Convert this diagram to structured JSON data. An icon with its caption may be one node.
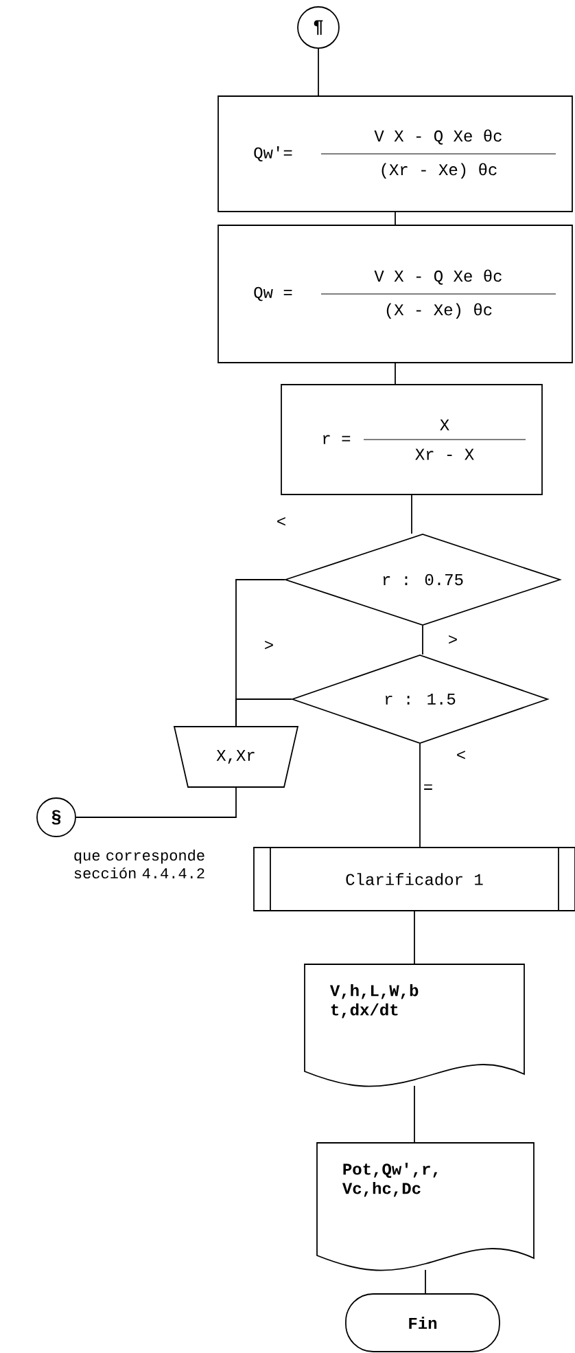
{
  "diagram": {
    "nodes": [
      {
        "text": [
          "¶"
        ]
      },
      {
        "text": [
          "Qw'=",
          "V X - Q Xe θc",
          "(Xr - Xe) θc"
        ]
      },
      {
        "text": [
          "Qw =",
          "V X - Q Xe θc",
          "(X - Xe) θc"
        ]
      },
      {
        "text": [
          "r =",
          "X",
          "Xr - X"
        ]
      },
      {
        "text": [
          "r : 0.75"
        ]
      },
      {
        "text": [
          "r : 1.5"
        ]
      },
      {
        "text": [
          "X,Xr"
        ]
      },
      {
        "text": [
          "§"
        ],
        "beside": [
          "que corresponde sección 4.4.4.2"
        ]
      },
      {
        "text": [
          "Clarificador 1"
        ]
      },
      {
        "text": [
          "V,h,L,W,b t,dx/dt"
        ]
      },
      {
        "text": [
          "Pot,Qw',r, Vc,hc,Dc"
        ]
      },
      {
        "text": [
          "Fin"
        ]
      }
    ],
    "edges": [
      {
        "from": 0,
        "to": 1,
        "arrow": "none"
      },
      {
        "from": 1,
        "to": 2,
        "arrow": "none"
      },
      {
        "from": 2,
        "to": 3,
        "arrow": "none"
      },
      {
        "from": 3,
        "to": 4,
        "arrow": "none"
      },
      {
        "from": 4,
        "to": 5,
        "arrow": "none",
        "label": ">"
      },
      {
        "from": 4,
        "to": 6,
        "arrow": "none",
        "label": "<"
      },
      {
        "from": 5,
        "to": 6,
        "arrow": "none",
        "label": ">"
      },
      {
        "from": 5,
        "to": 8,
        "arrow": "none",
        "label": "<"
      },
      {
        "from": 6,
        "to": 7,
        "arrow": "none"
      },
      {
        "from": 8,
        "to": 9,
        "arrow": "none"
      },
      {
        "from": 9,
        "to": 10,
        "arrow": "none"
      },
      {
        "from": 10,
        "to": 11,
        "arrow": "none"
      }
    ],
    "labels": [
      "="
    ]
  }
}
